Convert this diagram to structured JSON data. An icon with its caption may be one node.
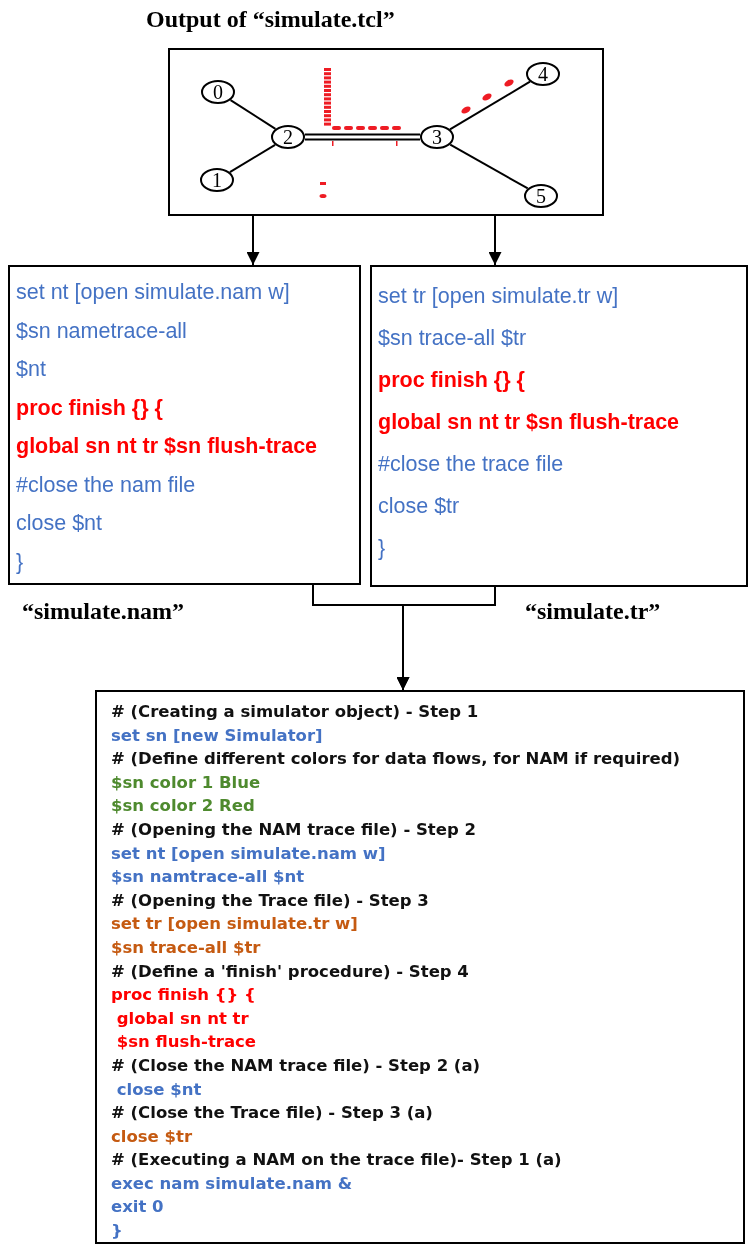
{
  "diagram": {
    "nodes": [
      {
        "text": [
          "Output of “simulate.tcl”"
        ]
      },
      {
        "text": [
          "0"
        ],
        "in": 0
      },
      {
        "text": [
          "1"
        ],
        "in": 0
      },
      {
        "text": [
          "2"
        ],
        "in": 0
      },
      {
        "text": [
          "3"
        ],
        "in": 0
      },
      {
        "text": [
          "4"
        ],
        "in": 0
      },
      {
        "text": [
          "5"
        ],
        "in": 0
      },
      {
        "text": [
          "set nt [open simulate.nam w]",
          "$sn nametrace-all",
          "$nt",
          "proc finish {} {",
          "global sn nt tr $sn flush-trace",
          "#close the nam file",
          "close $nt",
          "}"
        ],
        "beside": [
          "“simulate.nam”"
        ]
      },
      {
        "text": [
          "set tr [open simulate.tr w]",
          "$sn trace-all $tr",
          "proc finish {} {",
          "global sn nt tr $sn flush-trace",
          "#close the trace file",
          "close $tr",
          "}"
        ],
        "beside": [
          "“simulate.tr”"
        ]
      },
      {
        "text": [
          "# (Creating a simulator object) - Step 1",
          "set sn [new Simulator]",
          "# (Define different colors for data flows, for NAM if required)",
          "$sn color 1 Blue",
          "$sn color 2 Red",
          "# (Opening the NAM trace file) - Step 2",
          "set nt [open simulate.nam w]",
          "$sn namtrace-all $nt",
          "# (Opening the Trace file) - Step 3",
          "set tr [open simulate.tr w]",
          "$sn trace-all $tr",
          "# (Define a 'finish' procedure) - Step 4",
          "proc finish {} {",
          " global sn nt tr",
          " $sn flush-trace",
          "# (Close the NAM trace file) - Step 2 (a)",
          " close $nt",
          "# (Close the Trace file) - Step 3 (a)",
          "close $tr",
          "# (Executing a NAM on the trace file)- Step 1 (a)",
          "exec nam simulate.nam &",
          "exit 0",
          "}"
        ]
      }
    ],
    "edges": [
      {
        "from": 1,
        "to": 3,
        "arrow": "none"
      },
      {
        "from": 2,
        "to": 3,
        "arrow": "none"
      },
      {
        "from": 3,
        "to": 4,
        "arrow": "none"
      },
      {
        "from": 4,
        "to": 5,
        "arrow": "none"
      },
      {
        "from": 4,
        "to": 6,
        "arrow": "none"
      },
      {
        "from": 0,
        "to": 7,
        "arrow": "to"
      },
      {
        "from": 0,
        "to": 8,
        "arrow": "to"
      },
      {
        "from": 7,
        "to": 9,
        "arrow": "to"
      },
      {
        "from": 8,
        "to": 9,
        "arrow": "to"
      }
    ]
  }
}
